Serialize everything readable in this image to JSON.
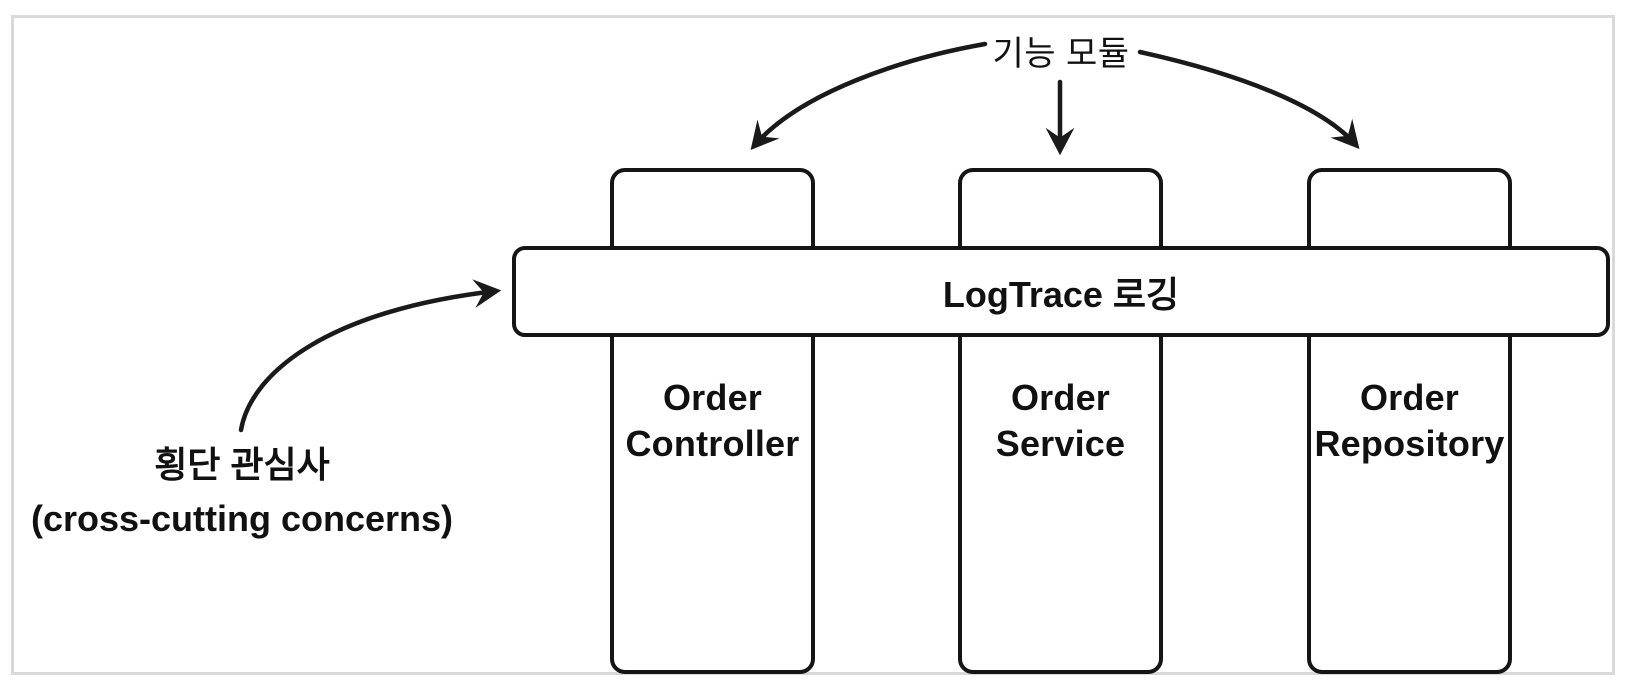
{
  "diagram": {
    "top_annotation": {
      "text": "기능 모듈"
    },
    "left_annotation": {
      "line1": "횡단 관심사",
      "line2": "(cross-cutting concerns)"
    },
    "bar": {
      "label": "LogTrace 로깅"
    },
    "modules": [
      {
        "lines": [
          "Order",
          "Controller"
        ]
      },
      {
        "lines": [
          "Order",
          "Service"
        ]
      },
      {
        "lines": [
          "Order",
          "Repository"
        ]
      }
    ],
    "colors": {
      "stroke": "#1a1a1a",
      "box_border": "#151515",
      "frame_border": "#d9d9d9",
      "background": "#ffffff"
    }
  }
}
